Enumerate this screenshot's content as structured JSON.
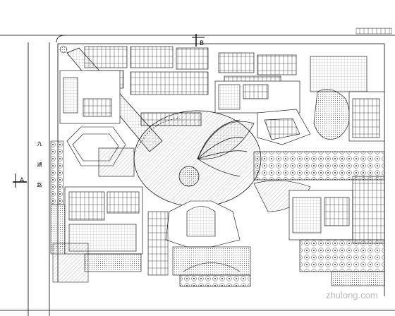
{
  "drawing": {
    "section_marker_a": "A",
    "section_marker_b": "B",
    "road_label": "九 湖 路"
  },
  "watermark": {
    "text": "zhulong.com"
  },
  "colors": {
    "line": "#000000",
    "hatch": "#6f6f6f",
    "background": "#ffffff",
    "watermark": "#b9b9b9"
  }
}
